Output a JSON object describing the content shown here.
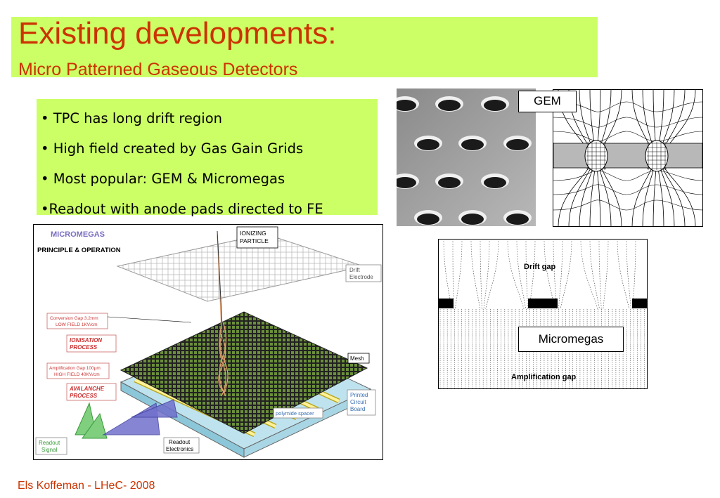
{
  "title": "Existing developments:",
  "subtitle": "Micro Patterned Gaseous Detectors",
  "bullets": [
    "• TPC has long drift region",
    "• High field created by Gas Gain Grids",
    "• Most popular: GEM & Micromegas",
    "•Readout with anode pads directed to FE"
  ],
  "gem_label": "GEM",
  "micromegas_label": "Micromegas",
  "field_plot": {
    "drift_gap": "Drift gap",
    "amplification_gap": "Amplification gap"
  },
  "diagram": {
    "brand": "MICROMEGAS",
    "heading": "PRINCIPLE & OPERATION",
    "ionizing_particle_1": "IONIZING",
    "ionizing_particle_2": "PARTICLE",
    "drift_1": "Drift",
    "drift_2": "Electrode",
    "conversion_gap": "Conversion Gap   3.2mm",
    "low_field": "LOW FIELD 1KV/cm",
    "ionisation_1": "IONISATION",
    "ionisation_2": "PROCESS",
    "amplification": "Amplification Gap 100µm",
    "high_field": "HIGH FIELD 40KV/cm",
    "avalanche_1": "AVALANCHE",
    "avalanche_2": "PROCESS",
    "mesh": "Mesh",
    "pcb_1": "Printed",
    "pcb_2": "Circuit",
    "pcb_3": "Board",
    "spacer": "polymide spacer",
    "readout_signal_1": "Readout",
    "readout_signal_2": "Signal",
    "readout_electronics_1": "Readout",
    "readout_electronics_2": "Electronics"
  },
  "footer": "Els Koffeman - LHeC- 2008",
  "colors": {
    "accent_green": "#ccff66",
    "title_red": "#cc3300"
  }
}
